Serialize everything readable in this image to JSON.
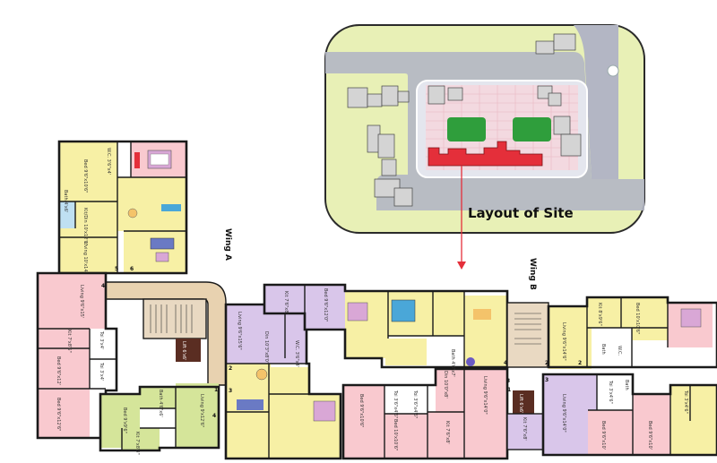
{
  "site_plan": {
    "title": "Layout of Site",
    "colors": {
      "ground": "#e8f0b6",
      "road": "#b3b6c4",
      "block_highlight": "#e42f3a",
      "lawn": "#2f9e3c",
      "plaza": "#f3d9e0"
    }
  },
  "wings": {
    "a": "Wing A",
    "b": "Wing B"
  },
  "stair_numbers": [
    "4",
    "5",
    "6",
    "1",
    "2",
    "3",
    "4",
    "1",
    "2",
    "3",
    "4",
    "1",
    "2",
    "3"
  ],
  "room_labels": {
    "a_top_bed": "Bed 9'6\"x10'6\"",
    "a_top_wc": "W.C. 3'6\"x4'",
    "a_top_kit": "Kit/Din 10'x12'0\"",
    "a_top_bath": "Bath 4'x6'",
    "a_top_living": "Living 10'x14'6\"",
    "a_left_living": "Living 9'6\"x15'",
    "a_left_kit": "Kit 7'x8'6\"",
    "a_left_bed": "Bed 9'6\"x12'",
    "a_left_bed2": "Bed 9'6\"x12'6\"",
    "a_left_toi": "Toi 3'x4'",
    "a_lift": "Lift 6'x6'",
    "a_bot_bed": "Bed 9'x9'6\"",
    "a_bot_kit": "Kit 7'x8'3\"",
    "a_bot_bath": "Bath 4'6\"x6'",
    "a_bot_living": "Living 9'x12'6\"",
    "a_mid_living": "Living 9'6\"x15'6\"",
    "a_mid_din": "Din 10'3\"x8'0\"",
    "a_mid_wc": "W.C. 3'6\"x4'",
    "b_kit": "Kit 7'6\"x8'",
    "b_bed": "Bed 9'6\"x12'0\"",
    "b_bath": "Bath 4'6\"x7'",
    "b_din": "Din 10'0\"x8'",
    "b_living": "Living 9'6\"x14'0\"",
    "b_bed2": "Bed 9'6\"x10'6\"",
    "b_bed3": "Bed 10'x10'6\"",
    "b_kit2": "Kit 7'6\"x8'",
    "b_toi": "Toi 3'6\"x4'6\"",
    "b_lift": "Lift 6'x6'",
    "b_bot_kit": "Kit 7'6\"x8'",
    "c_kit": "Kit 8'x9'6\"",
    "c_bed": "Bed 10'x10'6\"",
    "c_living": "Living 9'6\"x14'6\"",
    "c_bath": "Bath",
    "c_wc": "W.C.",
    "c_living2": "Living 9'6\"x14'0\"",
    "c_bed2": "Bed 9'6\"x10'",
    "c_bed3": "Bed 9'6\"x10'",
    "c_toi": "Toi 3'x4'6\"",
    "c_bath2": "Bath"
  }
}
